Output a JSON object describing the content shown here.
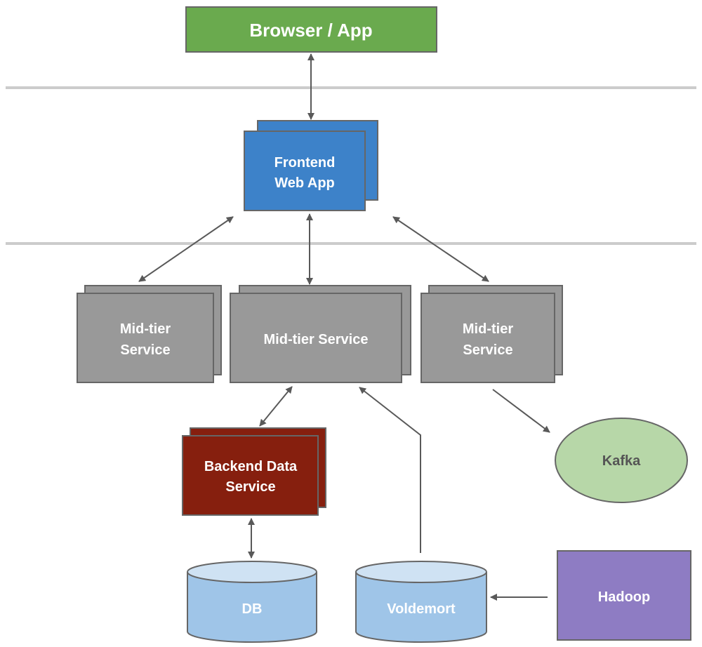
{
  "colors": {
    "browser": "#6aaa4e",
    "frontend": "#3d82c9",
    "midtier": "#999999",
    "backend": "#861f0e",
    "kafka": "#b7d7a8",
    "db": "#9fc5e8",
    "db_top": "#cfe2f3",
    "hadoop": "#8e7cc3",
    "border": "#666666",
    "separator": "#cccccc"
  },
  "nodes": {
    "browser": {
      "label": "Browser / App"
    },
    "frontend": {
      "line1": "Frontend",
      "line2": "Web App"
    },
    "midtier_left": {
      "line1": "Mid-tier",
      "line2": "Service"
    },
    "midtier_center": {
      "label": "Mid-tier Service"
    },
    "midtier_right": {
      "line1": "Mid-tier",
      "line2": "Service"
    },
    "backend": {
      "line1": "Backend Data",
      "line2": "Service"
    },
    "kafka": {
      "label": "Kafka"
    },
    "db": {
      "label": "DB"
    },
    "voldemort": {
      "label": "Voldemort"
    },
    "hadoop": {
      "label": "Hadoop"
    }
  }
}
